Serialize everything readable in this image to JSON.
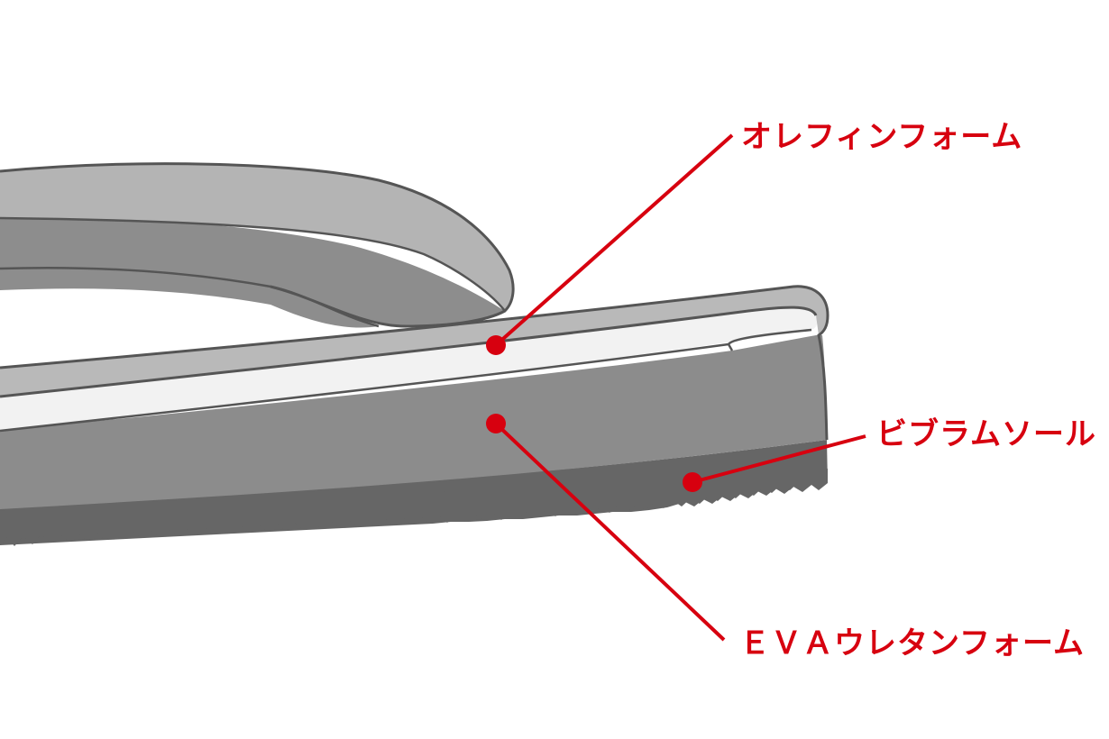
{
  "labels": {
    "olefin": "オレフィンフォーム",
    "vibram": "ビブラムソール",
    "eva": "ＥＶＡウレタンフォーム"
  },
  "colors": {
    "accent": "#d7000f",
    "outline": "#555555",
    "strap_light": "#b4b4b4",
    "strap_dark": "#8d8d8d",
    "sole_top": "#b9b9b9",
    "foam_band": "#f2f2f2",
    "eva_body": "#8c8c8c",
    "vibram_sole": "#666666"
  }
}
